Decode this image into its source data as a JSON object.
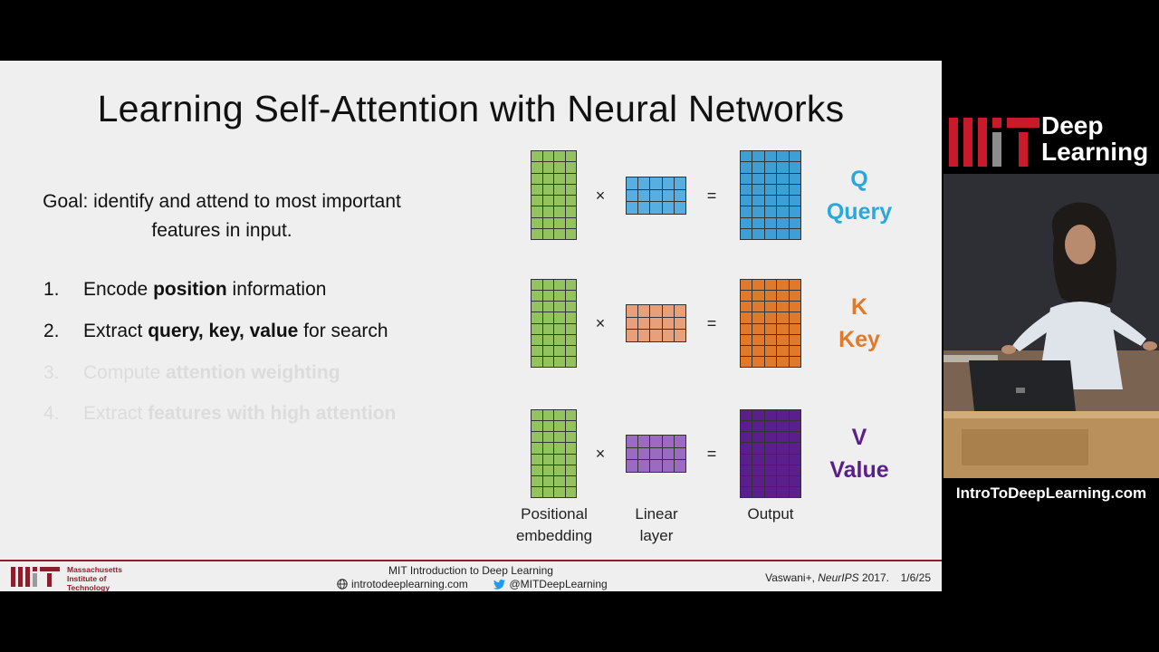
{
  "slide": {
    "title": "Learning Self-Attention with Neural Networks",
    "goal": "Goal: identify and attend to most important features in input.",
    "steps": [
      {
        "num": "1.",
        "pre": "Encode ",
        "bold": "position",
        "post": " information"
      },
      {
        "num": "2.",
        "pre": "Extract ",
        "bold": "query, key, value",
        "post": " for search"
      },
      {
        "num": "3.",
        "pre": "Compute ",
        "bold": "attention weighting",
        "post": ""
      },
      {
        "num": "4.",
        "pre": "Extract ",
        "bold": "features with high attention",
        "post": ""
      }
    ],
    "diagram": {
      "rows": [
        {
          "letter": "Q",
          "word": "Query",
          "color": "#2aa7dd"
        },
        {
          "letter": "K",
          "word": "Key",
          "color": "#e07a2a"
        },
        {
          "letter": "V",
          "word": "Value",
          "color": "#5a1f8c"
        }
      ],
      "times": "×",
      "equals": "=",
      "labels": {
        "positional": [
          "Positional",
          "embedding"
        ],
        "linear": [
          "Linear",
          "layer"
        ],
        "output": "Output"
      }
    }
  },
  "footer": {
    "institute": [
      "Massachusetts",
      "Institute of",
      "Technology"
    ],
    "course": "MIT Introduction to Deep Learning",
    "website": "introtodeeplearning.com",
    "twitter": "@MITDeepLearning",
    "cite_authors": "Vaswani+, ",
    "cite_venue": "NeurIPS",
    "cite_year": " 2017.",
    "date": "1/6/25"
  },
  "sidebar": {
    "brand_line1": "Deep",
    "brand_line2": "Learning",
    "url": "IntroToDeepLearning.com"
  }
}
